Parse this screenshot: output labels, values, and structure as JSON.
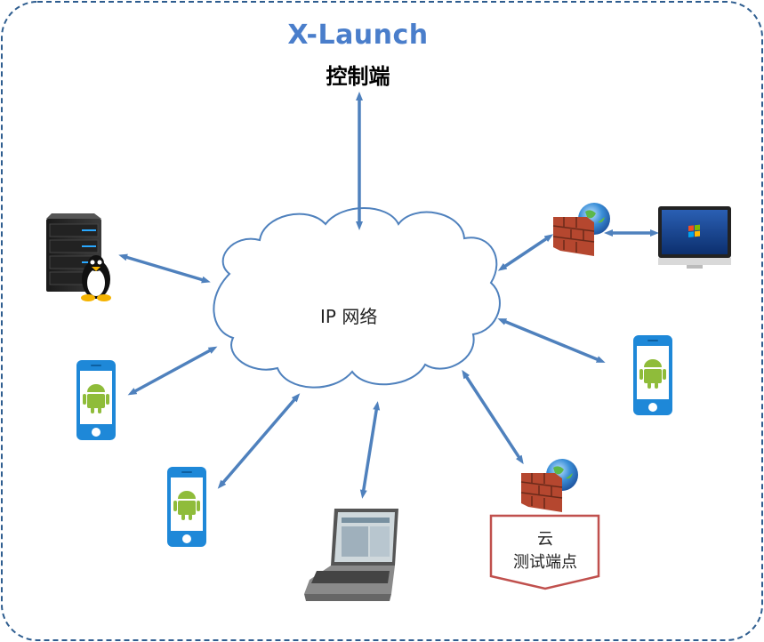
{
  "title": "X-Launch",
  "subtitle": "控制端",
  "network_label": "IP 网络",
  "cloud_node": {
    "line1": "云",
    "line2": "测试端点"
  },
  "devices": [
    {
      "name": "linux-server",
      "icon": "server-linux-icon"
    },
    {
      "name": "android-phone-left",
      "icon": "android-phone-icon"
    },
    {
      "name": "android-phone-bottom-left",
      "icon": "android-phone-icon"
    },
    {
      "name": "laptop",
      "icon": "laptop-icon"
    },
    {
      "name": "cloud-endpoint",
      "icon": "firewall-globe-icon"
    },
    {
      "name": "android-phone-right",
      "icon": "android-phone-icon"
    },
    {
      "name": "windows-pc",
      "icon": "windows-monitor-icon"
    },
    {
      "name": "firewall-top-right",
      "icon": "firewall-globe-icon"
    }
  ],
  "colors": {
    "title": "#4a7ecb",
    "arrow": "#4f81bd",
    "frame": "#2e5d8f",
    "cloud_stroke": "#4f81bd",
    "phone_blue": "#1e88d8",
    "android_green": "#8fbc3a",
    "firewall_brick": "#b5472f",
    "callout_border": "#c0504d"
  }
}
